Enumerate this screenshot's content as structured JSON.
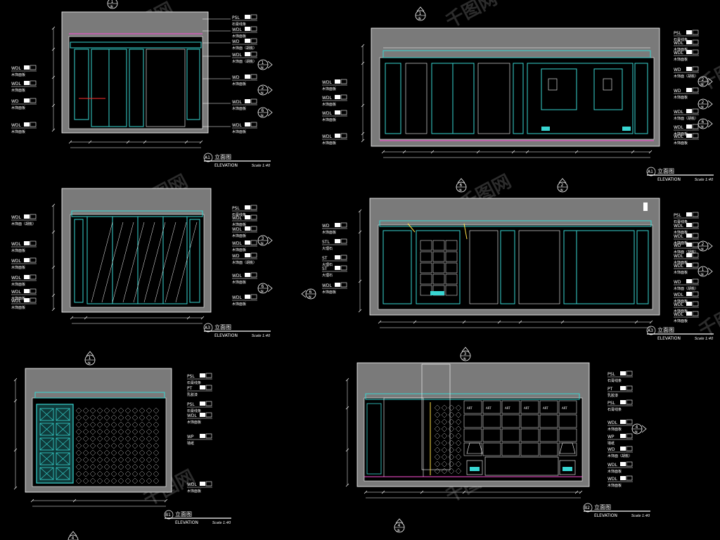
{
  "colors": {
    "background": "#000000",
    "frame_gray": "#7a7a7a",
    "wall_black": "#000000",
    "cyan": "#38d6d2",
    "white_line": "#ffffff",
    "magenta": "#ff4fd8",
    "yellow": "#ffe04a",
    "watermark": "#2c2c2c"
  },
  "watermark_text": "千图网",
  "tag_labels": {
    "psl": "PSL",
    "wdl": "WDL",
    "wd": "WD",
    "stl": "STL",
    "st": "ST",
    "pt": "PT",
    "wp": "WP"
  },
  "note_labels": {
    "wood_base": "木饰面板",
    "wood_paint": "木饰面（胡桃）",
    "stone": "大理石",
    "gypsum": "石膏线条",
    "paint": "乳胶漆",
    "paper": "墙纸",
    "wood_line": "木饰线条"
  },
  "markers": [
    "1",
    "2",
    "3",
    "4",
    "5",
    "6"
  ],
  "marker_ref": "IN",
  "titles": [
    {
      "code": "A1",
      "name": "立面图",
      "sub": "ELEVATION",
      "scale": "Scale 1:40"
    },
    {
      "code": "A1",
      "name": "立面图",
      "sub": "ELEVATION",
      "scale": "Scale 1:40"
    },
    {
      "code": "A3",
      "name": "立面图",
      "sub": "ELEVATION",
      "scale": "Scale 1:40"
    },
    {
      "code": "A3",
      "name": "立面图",
      "sub": "ELEVATION",
      "scale": "Scale 1:40"
    },
    {
      "code": "B1",
      "name": "立面图",
      "sub": "ELEVATION",
      "scale": "Scale 1:40"
    },
    {
      "code": "B2",
      "name": "立面图",
      "sub": "ELEVATION",
      "scale": "Scale 1:40"
    }
  ],
  "panel_texts": [
    "ART",
    "ART",
    "ART",
    "ART",
    "ART",
    "ART"
  ]
}
